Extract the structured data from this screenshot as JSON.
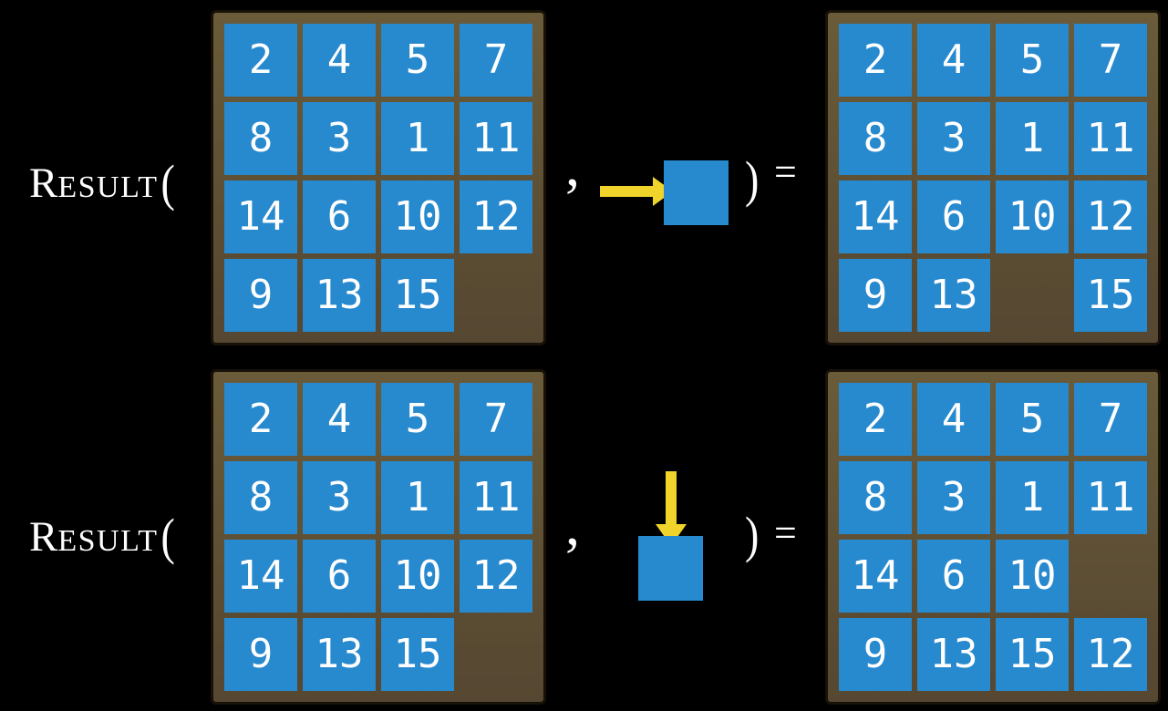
{
  "colors": {
    "background": "#000000",
    "frame": "#6A5B39",
    "frame-dark": "#554731",
    "frame-border": "#171108",
    "tile": "#2789CE",
    "arrow": "#F0D42B",
    "text": "#FFFFFF"
  },
  "equation_rows": [
    {
      "label": {
        "cap": "R",
        "rest": "ESULT",
        "open_paren": "("
      },
      "comma": ",",
      "move": {
        "icon": "arrow-right-icon",
        "direction": "right"
      },
      "close_paren": ")",
      "equals": "=",
      "input_grid": {
        "rows": [
          [
            2,
            4,
            5,
            7
          ],
          [
            8,
            3,
            1,
            11
          ],
          [
            14,
            6,
            10,
            12
          ],
          [
            9,
            13,
            15,
            null
          ]
        ]
      },
      "output_grid": {
        "rows": [
          [
            2,
            4,
            5,
            7
          ],
          [
            8,
            3,
            1,
            11
          ],
          [
            14,
            6,
            10,
            12
          ],
          [
            9,
            13,
            null,
            15
          ]
        ]
      }
    },
    {
      "label": {
        "cap": "R",
        "rest": "ESULT",
        "open_paren": "("
      },
      "comma": ",",
      "move": {
        "icon": "arrow-down-icon",
        "direction": "down"
      },
      "close_paren": ")",
      "equals": "=",
      "input_grid": {
        "rows": [
          [
            2,
            4,
            5,
            7
          ],
          [
            8,
            3,
            1,
            11
          ],
          [
            14,
            6,
            10,
            12
          ],
          [
            9,
            13,
            15,
            null
          ]
        ]
      },
      "output_grid": {
        "rows": [
          [
            2,
            4,
            5,
            7
          ],
          [
            8,
            3,
            1,
            11
          ],
          [
            14,
            6,
            10,
            null
          ],
          [
            9,
            13,
            15,
            12
          ]
        ]
      }
    }
  ]
}
